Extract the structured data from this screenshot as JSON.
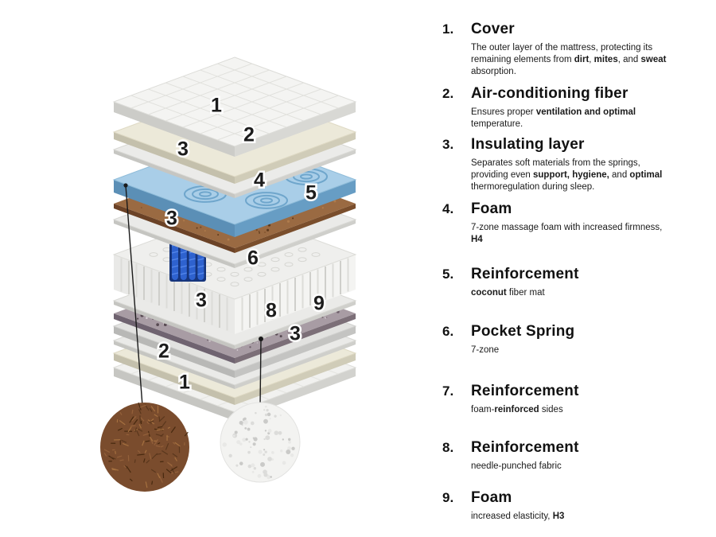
{
  "legend": {
    "items": [
      {
        "num": "1.",
        "title": "Cover",
        "desc": [
          {
            "t": "The outer layer of the mattress, protecting its remaining elements from "
          },
          {
            "t": "dirt",
            "b": true
          },
          {
            "t": ", "
          },
          {
            "t": "mites",
            "b": true
          },
          {
            "t": ", and "
          },
          {
            "t": "sweat",
            "b": true
          },
          {
            "t": " absorption."
          }
        ]
      },
      {
        "num": "2.",
        "title": "Air-conditioning fiber",
        "desc": [
          {
            "t": "Ensures proper "
          },
          {
            "t": "ventilation and optimal",
            "b": true
          },
          {
            "t": " temperature."
          }
        ]
      },
      {
        "num": "3.",
        "title": "Insulating layer",
        "desc": [
          {
            "t": "Separates soft materials from the springs, providing even "
          },
          {
            "t": "support, hygiene,",
            "b": true
          },
          {
            "t": " and "
          },
          {
            "t": "optimal",
            "b": true
          },
          {
            "t": " thermoregulation during sleep."
          }
        ]
      },
      {
        "num": "4.",
        "title": "Foam",
        "desc": [
          {
            "t": "7-zone massage foam with increased firmness, "
          },
          {
            "t": "H4",
            "b": true
          }
        ]
      },
      {
        "num": "5.",
        "title": "Reinforcement",
        "desc": [
          {
            "t": "coconut",
            "b": true
          },
          {
            "t": " fiber mat"
          }
        ]
      },
      {
        "num": "6.",
        "title": "Pocket Spring",
        "desc": [
          {
            "t": "7-zone"
          }
        ]
      },
      {
        "num": "7.",
        "title": "Reinforcement",
        "desc": [
          {
            "t": "foam-"
          },
          {
            "t": "reinforced",
            "b": true
          },
          {
            "t": " sides"
          }
        ]
      },
      {
        "num": "8.",
        "title": "Reinforcement",
        "desc": [
          {
            "t": "needle-punched fabric"
          }
        ]
      },
      {
        "num": "9.",
        "title": "Foam",
        "desc": [
          {
            "t": "increased elasticity, "
          },
          {
            "t": "H3",
            "b": true
          }
        ]
      }
    ]
  },
  "diagram": {
    "labels": [
      "1",
      "2",
      "3",
      "4",
      "5",
      "3",
      "6",
      "3",
      "8",
      "9",
      "3",
      "2",
      "1"
    ],
    "colors": {
      "foam_blue": "#a9cee8",
      "coconut_brown": "#7a4c2d",
      "spring_blue": "#2e62cf",
      "fabric_purple": "#a89ca4"
    }
  }
}
